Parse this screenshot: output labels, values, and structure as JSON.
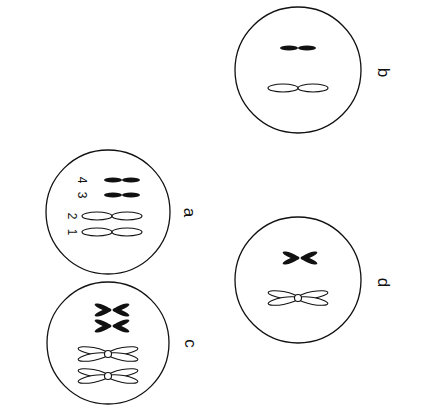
{
  "diagram": {
    "nodes": [
      {
        "text": [
          "a"
        ]
      },
      {
        "text": [
          "b"
        ]
      },
      {
        "text": [
          "c"
        ]
      },
      {
        "text": [
          "d"
        ]
      }
    ],
    "labels": [
      "1",
      "2",
      "3",
      "4"
    ]
  }
}
